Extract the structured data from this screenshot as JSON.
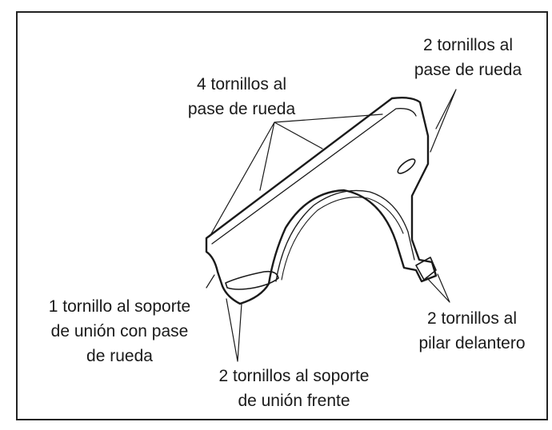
{
  "labels": {
    "top_center": {
      "line1": "4 tornillos al",
      "line2": "pase de rueda"
    },
    "top_right": {
      "line1": "2 tornillos al",
      "line2": "pase de rueda"
    },
    "left": {
      "line1": "1 tornillo al soporte",
      "line2": "de unión con pase",
      "line3": "de rueda"
    },
    "bottom_right": {
      "line1": "2 tornillos al",
      "line2": "pilar delantero"
    },
    "bottom_center": {
      "line1": "2 tornillos al soporte",
      "line2": "de unión frente"
    }
  }
}
